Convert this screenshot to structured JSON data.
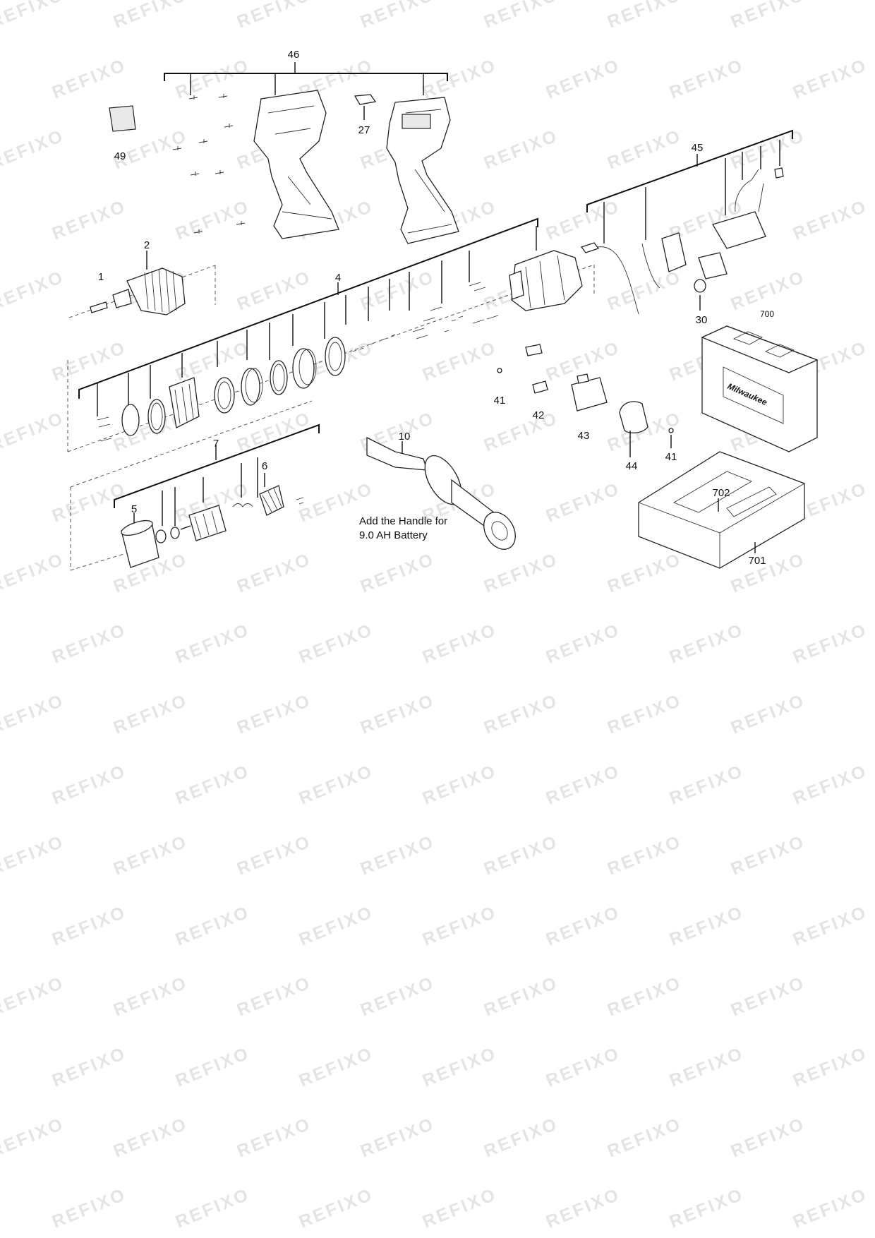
{
  "watermark": "REFIXO",
  "labels": {
    "p1": "1",
    "p2": "2",
    "p4": "4",
    "p5": "5",
    "p6": "6",
    "p7": "7",
    "p10": "10",
    "p27": "27",
    "p30": "30",
    "p41a": "41",
    "p41b": "41",
    "p42": "42",
    "p43": "43",
    "p44": "44",
    "p45": "45",
    "p46": "46",
    "p49": "49",
    "p700": "700",
    "p701": "701",
    "p702": "702"
  },
  "note": {
    "line1": "Add the Handle for",
    "line2": "9.0 AH Battery"
  },
  "case_brand": "Milwaukee"
}
